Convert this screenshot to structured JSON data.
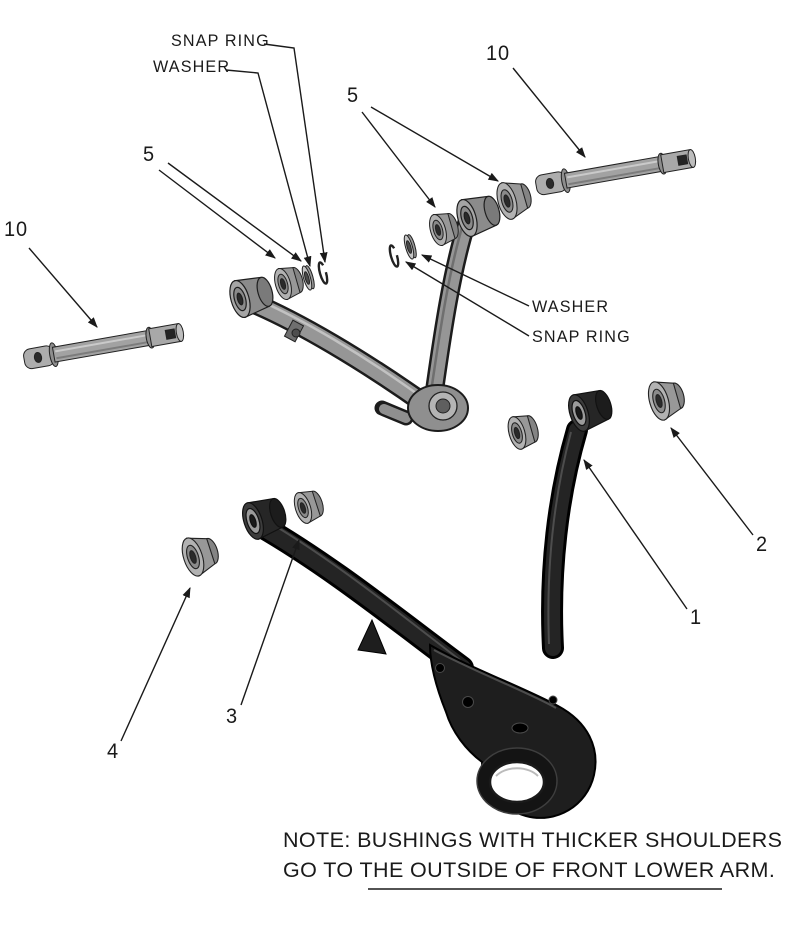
{
  "colors": {
    "line": "#1a1a1a",
    "upper_arm": "#969696",
    "lower_arm": "#1e1e1e",
    "bushing_face": "#b2b2b2",
    "background": "#ffffff"
  },
  "callouts": {
    "snap_ring_top": "SNAP RING",
    "washer_top": "WASHER",
    "five_left": "5",
    "five_center": "5",
    "ten_left": "10",
    "ten_right": "10",
    "washer_right": "WASHER",
    "snap_ring_right": "SNAP RING",
    "item_two": "2",
    "item_one": "1",
    "item_three": "3",
    "item_four": "4"
  },
  "note": {
    "line1": "NOTE: BUSHINGS WITH THICKER SHOULDERS",
    "line2": "GO TO THE OUTSIDE OF FRONT LOWER ARM."
  }
}
